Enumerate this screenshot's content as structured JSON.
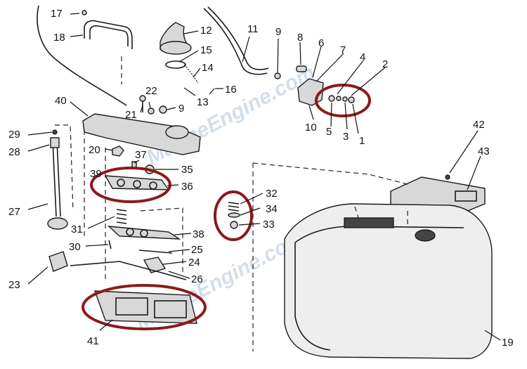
{
  "watermark": "MarineEngine.com",
  "colors": {
    "highlight_ring": "#8b1a1a",
    "watermark": "#9fb7d6",
    "line": "#1a1a1a"
  },
  "callouts": {
    "c1": "1",
    "c2": "2",
    "c3": "3",
    "c4": "4",
    "c5": "5",
    "c6": "6",
    "c7": "7",
    "c8": "8",
    "c9a": "9",
    "c9b": "9",
    "c10": "10",
    "c11": "11",
    "c12": "12",
    "c13": "13",
    "c14": "14",
    "c15": "15",
    "c16": "16",
    "c17": "17",
    "c18": "18",
    "c19": "19",
    "c20": "20",
    "c21": "21",
    "c22": "22",
    "c23": "23",
    "c24": "24",
    "c25": "25",
    "c26": "26",
    "c27": "27",
    "c28": "28",
    "c29": "29",
    "c30": "30",
    "c31": "31",
    "c32": "32",
    "c33": "33",
    "c34": "34",
    "c35": "35",
    "c36": "36",
    "c37": "37",
    "c38": "38",
    "c39": "39",
    "c40": "40",
    "c41": "41",
    "c42": "42",
    "c43": "43"
  }
}
